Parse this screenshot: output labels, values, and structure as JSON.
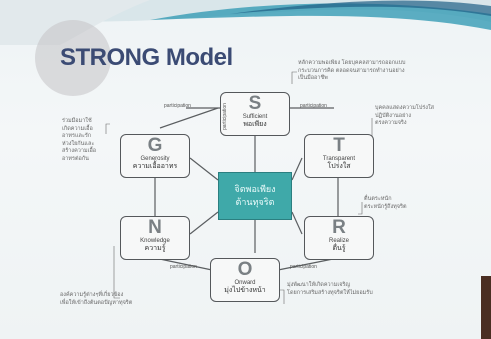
{
  "slide": {
    "title": "STRONG Model",
    "center": {
      "line1": "จิตพอเพียง",
      "line2": "ต้านทุจริต"
    },
    "nodes": {
      "S": {
        "letter": "S",
        "en": "Sufficient",
        "th": "พอเพียง"
      },
      "T": {
        "letter": "T",
        "en": "Transparent",
        "th": "โปร่งใส"
      },
      "R": {
        "letter": "R",
        "en": "Realize",
        "th": "ตื่นรู้"
      },
      "O": {
        "letter": "O",
        "en": "Onward",
        "th": "มุ่งไปข้างหน้า"
      },
      "N": {
        "letter": "N",
        "en": "Knowledge",
        "th": "ความรู้"
      },
      "G": {
        "letter": "G",
        "en": "Generosity",
        "th": "ความเอื้ออาทร"
      }
    },
    "edge_label": "participation",
    "notes": {
      "s": [
        "หลักความพอเพียง โดยบุคคลสามารถออกแบบ",
        "กระบวนการคิด ตลอดจนสามารถทำงานอย่าง",
        "เป็นมืออาชีพ"
      ],
      "t": [
        "บุคคลแสดงความโปร่งใส",
        "ปฏิบัติงานอย่าง",
        "ตรงความจริง"
      ],
      "r": [
        "ตื่นตระหนัก",
        "ตระหนักรู้ถึงทุจริต"
      ],
      "o": [
        "มุ่งพัฒนาให้เกิดความเจริญ",
        "โดยการเสริมสร้างทุจริตให้ไม่ยอมรับ"
      ],
      "n": [
        "องค์ความรู้ต่างๆที่เกี่ยวข้อง",
        "เพื่อให้เข้าถึงต้นตอปัญหาทุจริต"
      ],
      "g": [
        "ร่วมมือมาใช้",
        "เกิดความเอื้อ",
        "อาทรและรัก",
        "ห่วงใยกันและ",
        "สร้างความเอื้อ",
        "อาทรต่อกัน"
      ]
    }
  },
  "colors": {
    "center_fill": "#3fa9a9",
    "title": "#3b4b74",
    "box_border": "#55585b",
    "background": "#eef3f5"
  }
}
